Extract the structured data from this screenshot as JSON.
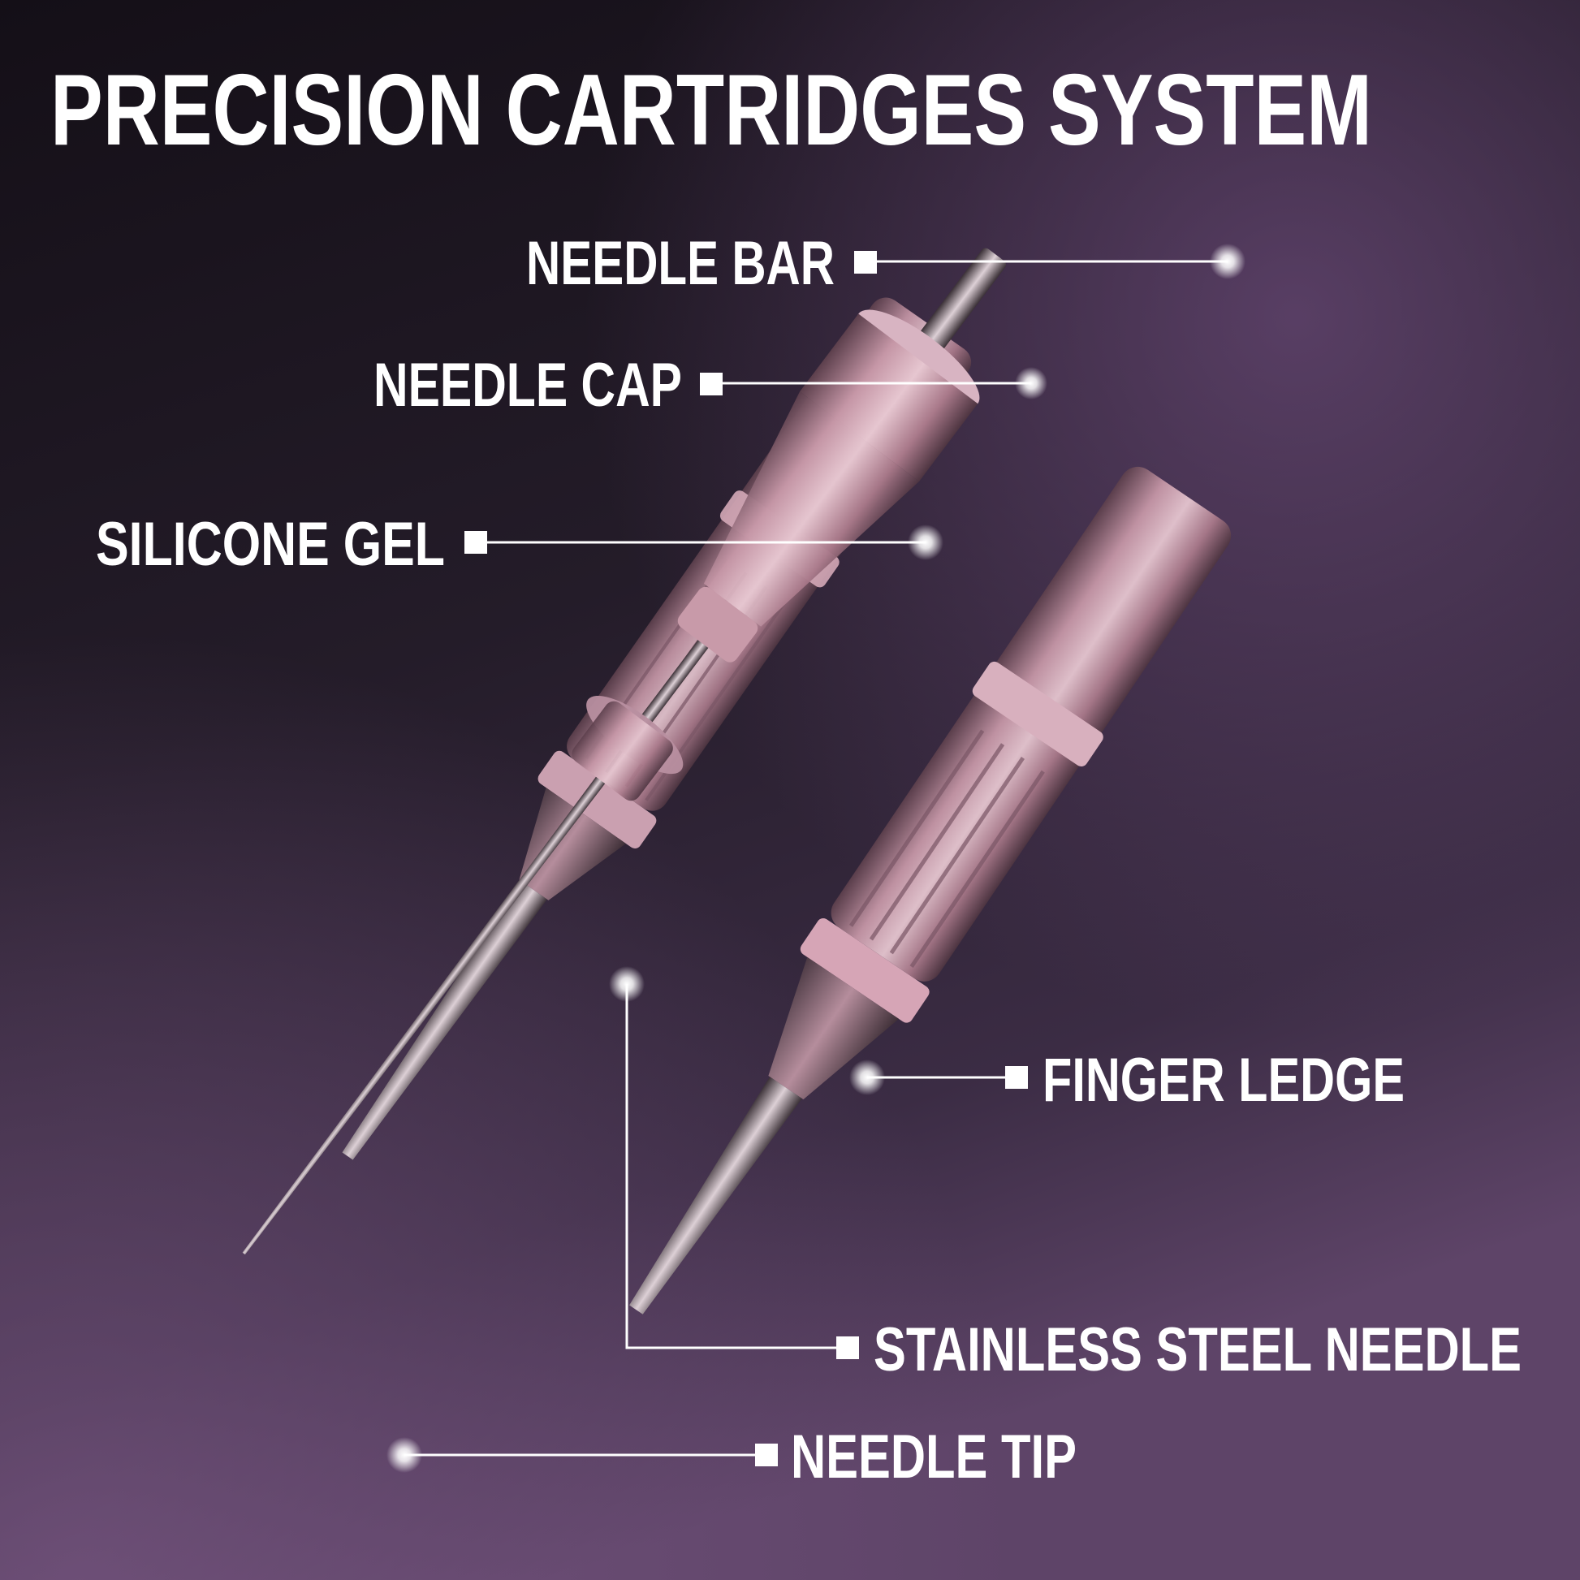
{
  "title": "PRECISION CARTRIDGES SYSTEM",
  "colors": {
    "background_dark": "#1a1420",
    "background_mid": "#2b2230",
    "background_purple": "#5a3f66",
    "cartridge_pink": "#c99aa8",
    "cartridge_shadow": "#6e4e5c",
    "needle_steel": "#b9a9b4",
    "text": "#ffffff",
    "leader_line": "#ffffff"
  },
  "labels": {
    "needle_bar": "NEEDLE BAR",
    "needle_cap": "NEEDLE CAP",
    "silicone_gel": "SILICONE GEL",
    "finger_ledge": "FINGER LEDGE",
    "stainless_steel_needle": "STAINLESS STEEL NEEDLE",
    "needle_tip": "NEEDLE TIP"
  }
}
